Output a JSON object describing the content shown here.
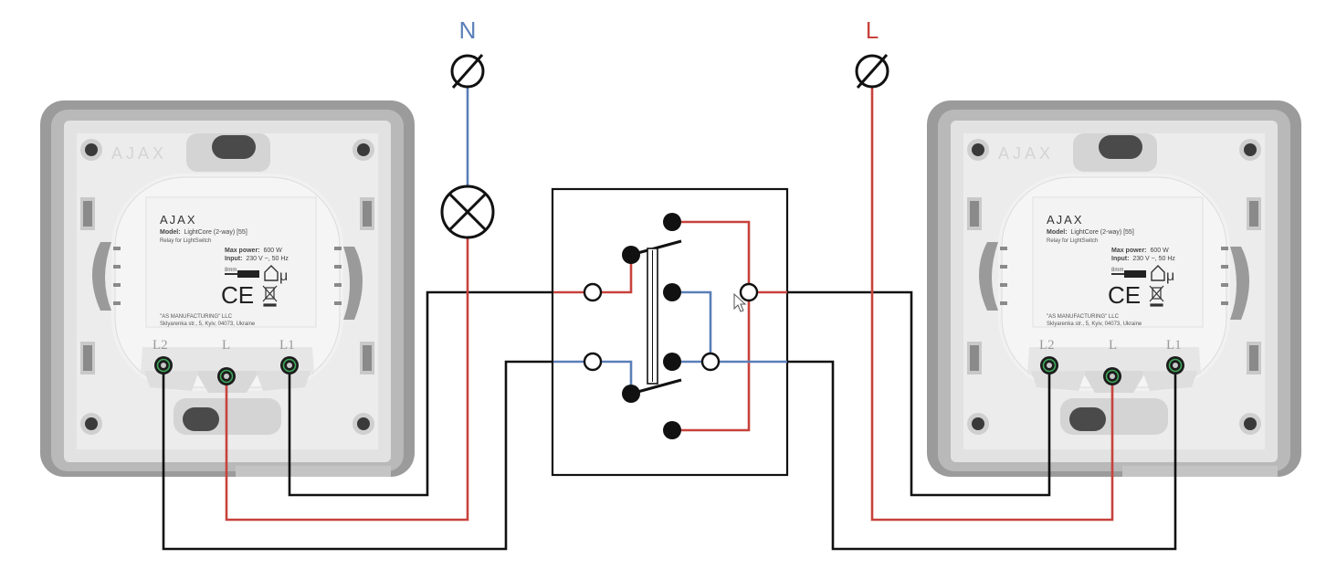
{
  "supply": {
    "neutral_label": "N",
    "live_label": "L",
    "neutral_color": "#5a7fb8",
    "live_color": "#c8423c"
  },
  "wire_colors": {
    "black": "#111111",
    "red": "#c8423c",
    "blue": "#5a7fb8"
  },
  "device_left": {
    "embossed_brand": "AJAX",
    "brand": "AJAX",
    "model_label": "Model:",
    "model_value": "LightCore (2-way) [55]",
    "subtitle": "Relay for LightSwitch",
    "max_power_label": "Max power:",
    "max_power_value": "600 W",
    "input_label": "Input:",
    "input_value": "230 V ~, 50 Hz",
    "strip_label": "8mm",
    "ce_mark": "CE",
    "mu_mark": "μ",
    "manufacturer": "\"AS MANUFACTURING\" LLC",
    "address": "Sklyarenka str., 5, Kyiv, 04073, Ukraine",
    "terminal_labels": [
      "L2",
      "L",
      "L1"
    ]
  },
  "device_right": {
    "embossed_brand": "AJAX",
    "brand": "AJAX",
    "model_label": "Model:",
    "model_value": "LightCore (2-way) [55]",
    "subtitle": "Relay for LightSwitch",
    "max_power_label": "Max power:",
    "max_power_value": "600 W",
    "input_label": "Input:",
    "input_value": "230 V ~, 50 Hz",
    "strip_label": "8mm",
    "ce_mark": "CE",
    "mu_mark": "μ",
    "manufacturer": "\"AS MANUFACTURING\" LLC",
    "address": "Sklyarenka str., 5, Kyiv, 04073, Ukraine",
    "terminal_labels": [
      "L2",
      "L",
      "L1"
    ]
  }
}
